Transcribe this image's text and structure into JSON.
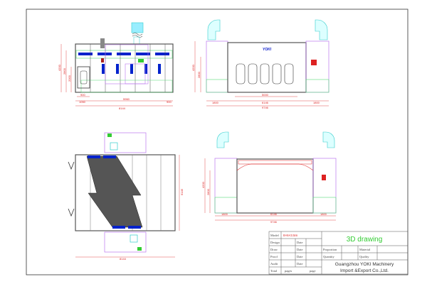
{
  "title_block": {
    "model_label": "Model",
    "model_value": "8×6×3.5m",
    "design_label": "Design",
    "draw_label": "Draw",
    "proof_label": "Proof",
    "audit_label": "Audit",
    "total_label": "Total",
    "pages_label": "pages",
    "page_label": "page",
    "date_label": "Date",
    "drawing_title": "3D drawing",
    "proportion_label": "Proportion",
    "material_label": "Material",
    "quantity_label": "Quantity",
    "quality_label": "Quality",
    "company_line1": "Guangzhou YOKI Machinery",
    "company_line2": "Import &Export Co.,Ltd."
  },
  "front_view": {
    "height_overall": "4200",
    "height_mid": "2800",
    "height_door": "2000",
    "door_width": "900",
    "left_width": "1050",
    "middle_width": "5960",
    "right_width": "900",
    "total_width": "8144"
  },
  "side_view": {
    "height_overall": "4200",
    "height_mid": "2800",
    "inner_width": "5000",
    "left_unit": "1800",
    "booth_width": "6146",
    "right_unit": "1800",
    "total_width": "9746"
  },
  "plan_view": {
    "depth": "6146",
    "total_width": "8144"
  },
  "section_view": {
    "height_overall": "4200",
    "height_mid": "2800",
    "left_unit": "1800",
    "booth_width": "6146",
    "right_unit": "1800",
    "total_width": "9746"
  },
  "colors": {
    "dimension": "#dd2222",
    "panel": "#0022cc",
    "frame": "#333333",
    "duct": "#33cccc",
    "unit": "#aa66dd",
    "base": "#66dd77",
    "accent": "#33cc33"
  }
}
